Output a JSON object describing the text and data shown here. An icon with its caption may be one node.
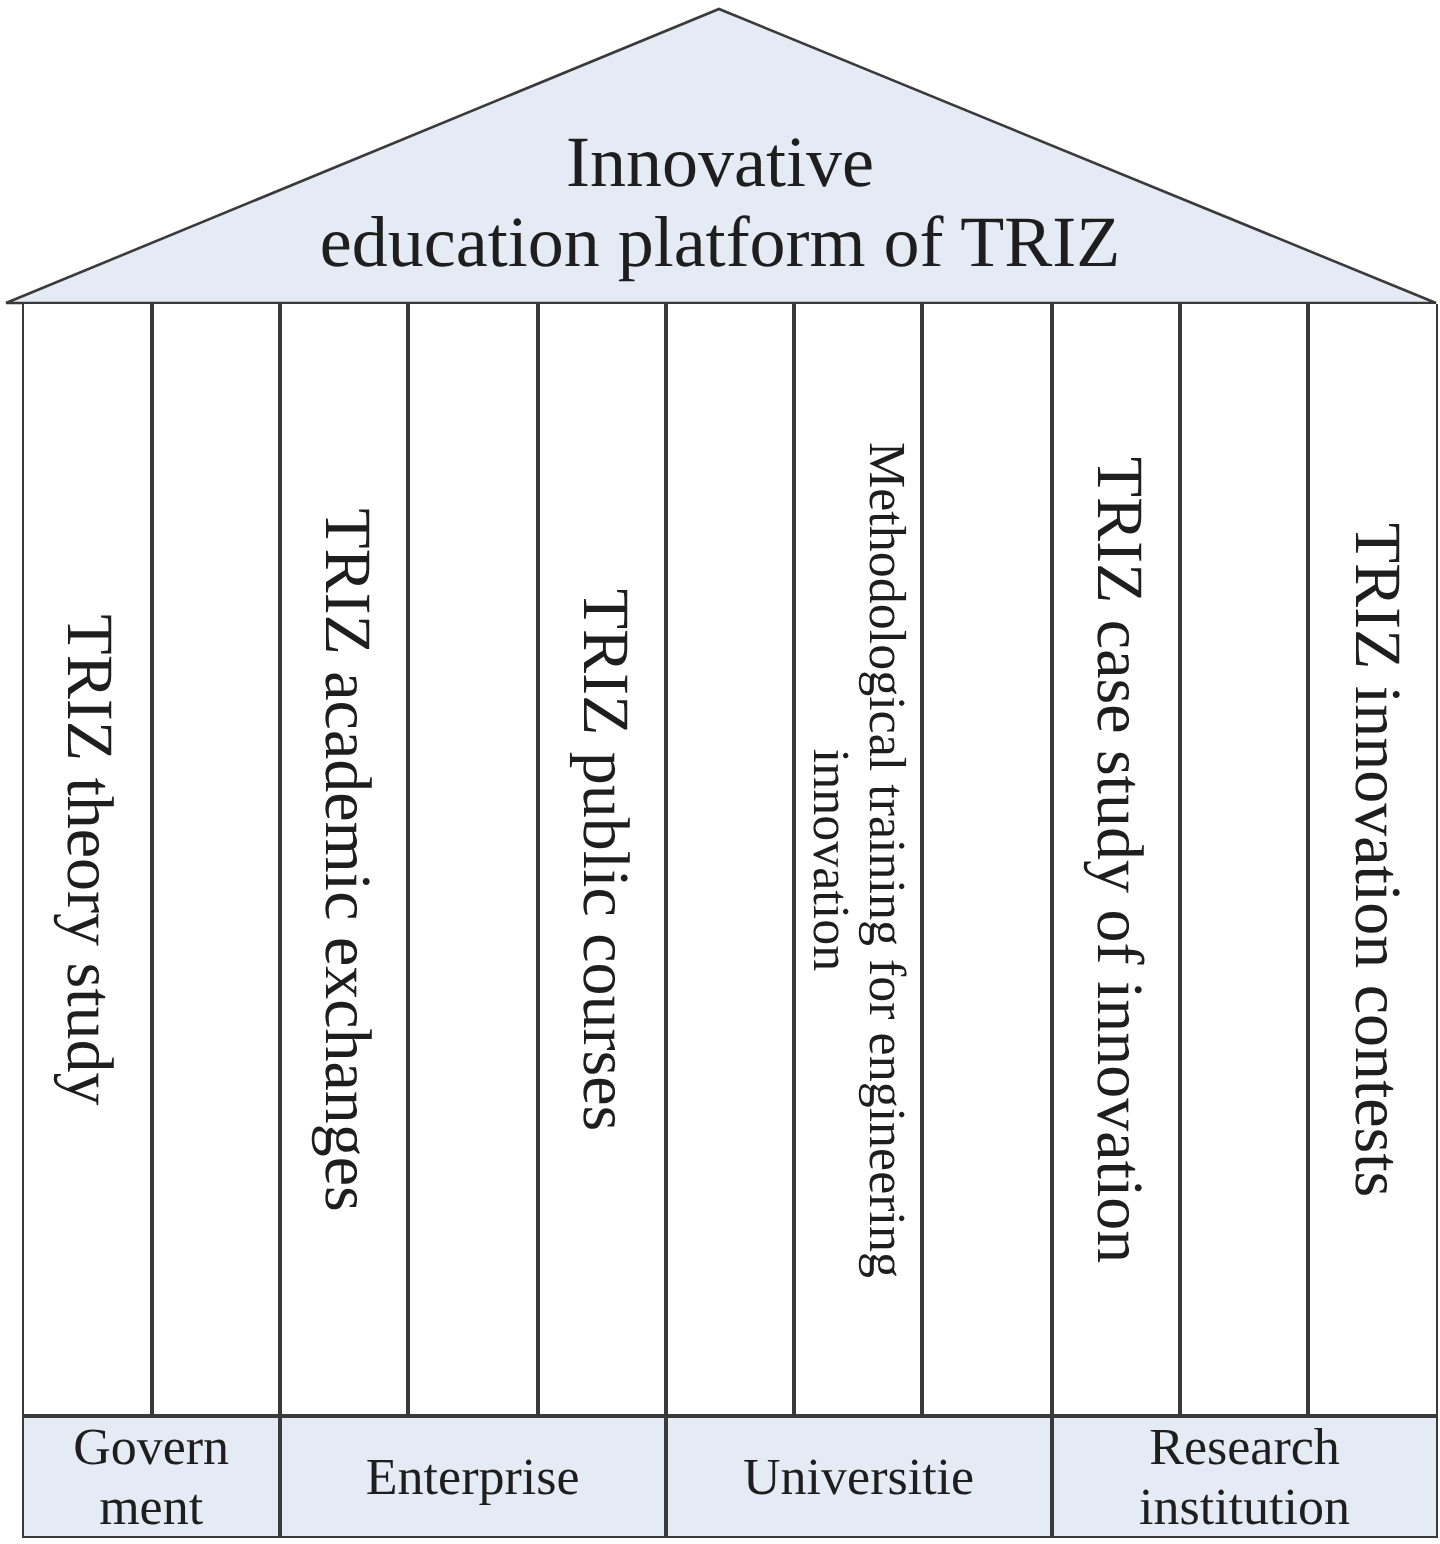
{
  "diagram": {
    "nodes": [
      {
        "text": [
          "Innovative education platform of TRIZ"
        ]
      },
      {
        "text": [
          "TRIZ theory study"
        ]
      },
      {
        "text": [],
        "shape": "box"
      },
      {
        "text": [
          "TRIZ academic exchanges"
        ]
      },
      {
        "text": [],
        "shape": "box"
      },
      {
        "text": [
          "TRIZ public courses"
        ]
      },
      {
        "text": [],
        "shape": "box"
      },
      {
        "text": [
          "Methodological training for engineering innovation"
        ]
      },
      {
        "text": [],
        "shape": "box"
      },
      {
        "text": [
          "TRIZ case study of innovation"
        ]
      },
      {
        "text": [],
        "shape": "box"
      },
      {
        "text": [
          "TRIZ innovation contests"
        ]
      },
      {
        "text": [
          "Govern ment"
        ]
      },
      {
        "text": [
          "Enterprise"
        ]
      },
      {
        "text": [
          "Universitie"
        ]
      },
      {
        "text": [
          "Research institution"
        ]
      }
    ]
  }
}
